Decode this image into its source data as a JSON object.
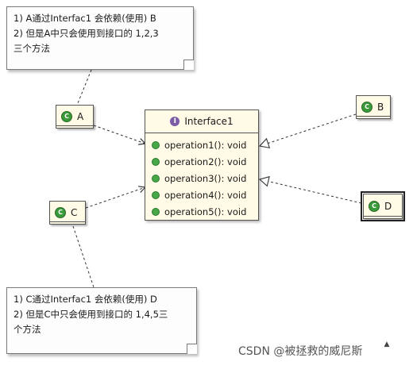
{
  "notes": {
    "top": {
      "lines": [
        "1) A通过Interfac1 会依赖(使用) B",
        "2) 但是A中只会使用到接口的 1,2,3",
        "三个方法"
      ]
    },
    "bottom": {
      "lines": [
        "1) C通过Interfac1 会依赖(使用) D",
        "2) 但是C中只会使用到接口的 1,4,5三",
        "个方法"
      ]
    }
  },
  "classes": {
    "a": {
      "name": "A",
      "icon": "class-icon"
    },
    "b": {
      "name": "B",
      "icon": "class-icon"
    },
    "c": {
      "name": "C",
      "icon": "class-icon"
    },
    "d": {
      "name": "D",
      "icon": "class-icon"
    }
  },
  "interface": {
    "name": "Interface1",
    "icon": "interface-icon",
    "operations": [
      "operation1(): void",
      "operation2(): void",
      "operation3(): void",
      "operation4(): void",
      "operation5(): void"
    ]
  },
  "watermark": "CSDN @被拯救的威尼斯",
  "colors": {
    "class_fill": "#fffbe6",
    "class_icon": "#3a9a3a",
    "interface_icon": "#7b5aa6",
    "operation_icon": "#46a846"
  }
}
